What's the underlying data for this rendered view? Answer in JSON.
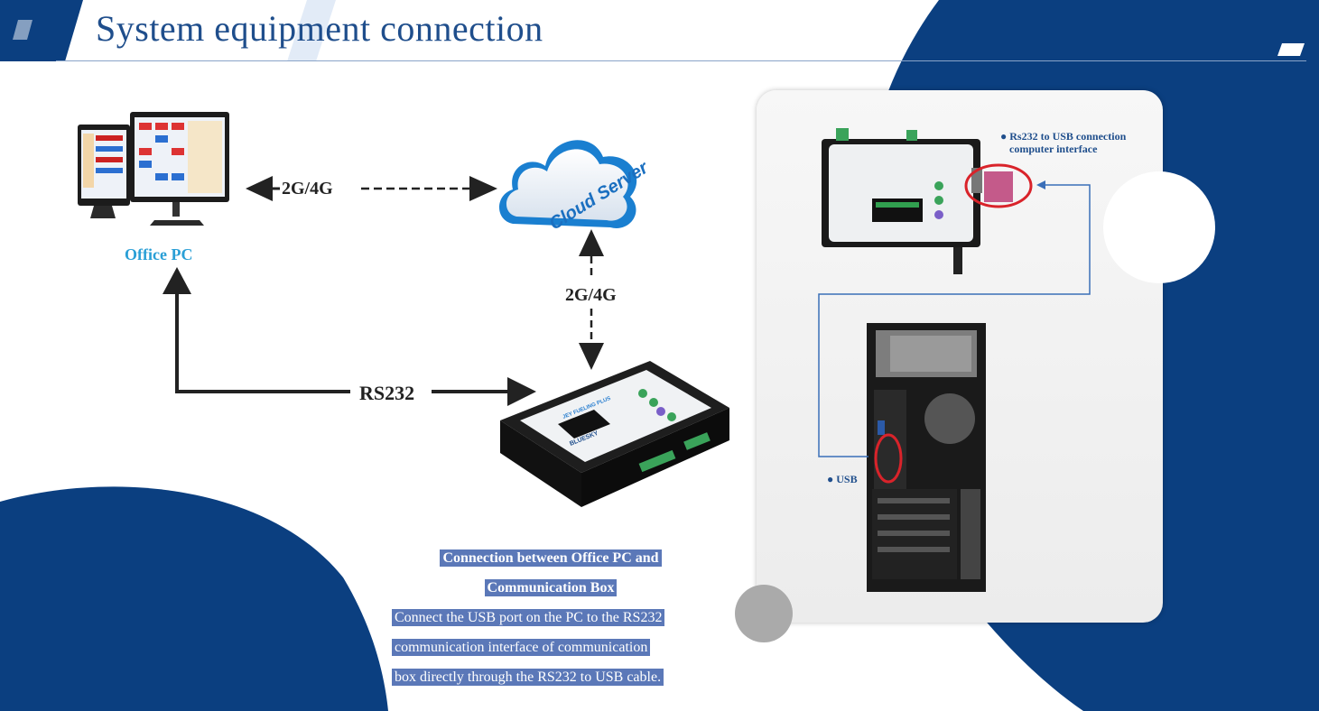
{
  "page": {
    "title": "System equipment connection"
  },
  "diagram": {
    "office_pc_label": "Office PC",
    "link_pc_cloud": "2G/4G",
    "cloud_label": "Cloud Server",
    "link_cloud_box": "2G/4G",
    "link_pc_box": "RS232",
    "box_brand": "BLUESKY",
    "box_model": "JEY FUELING PLUS"
  },
  "photo_panel": {
    "note_rs232": "Rs232 to USB connection",
    "note_rs232_line2": "computer interface",
    "note_usb": "USB"
  },
  "caption": {
    "heading_line1": "Connection between Office PC and",
    "heading_line2": "Communication Box",
    "body_line1": "Connect the USB port on the PC to the RS232",
    "body_line2": "communication interface of communication",
    "body_line3": "box directly through the RS232 to USB cable."
  },
  "colors": {
    "navy": "#0b3f80",
    "accent_blue": "#2a9fd6",
    "title_blue": "#1f4e8c",
    "highlight": "#5b78b8",
    "marker_red": "#d9232a"
  }
}
